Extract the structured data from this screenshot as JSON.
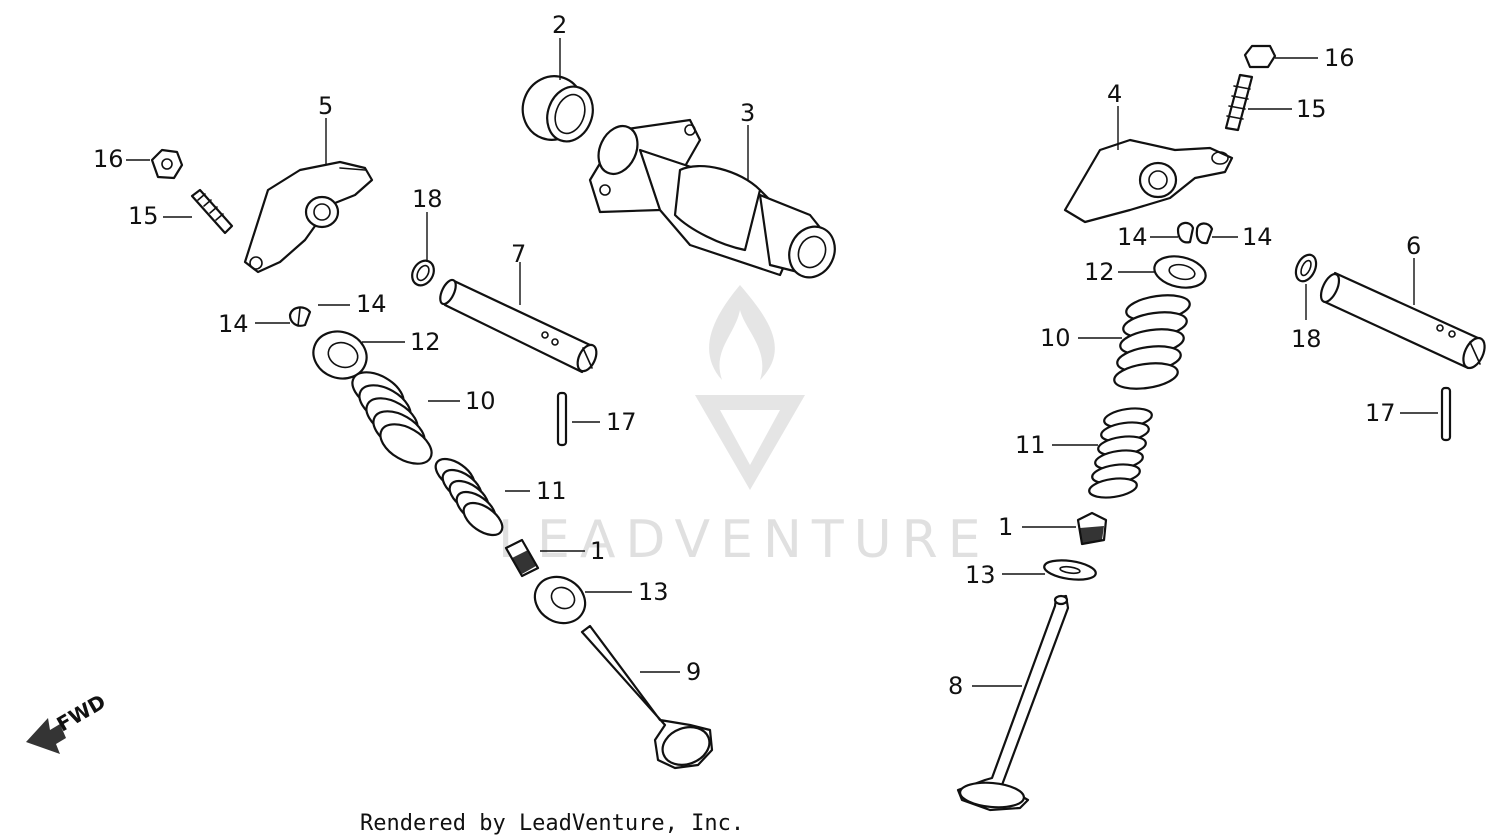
{
  "diagram": {
    "callouts": {
      "left": {
        "n1": "1",
        "n5": "5",
        "n7": "7",
        "n9": "9",
        "n10": "10",
        "n11": "11",
        "n12": "12",
        "n13": "13",
        "n14a": "14",
        "n14b": "14",
        "n15": "15",
        "n16": "16",
        "n17": "17",
        "n18": "18"
      },
      "center": {
        "n2": "2",
        "n3": "3"
      },
      "right": {
        "n1": "1",
        "n4": "4",
        "n6": "6",
        "n8": "8",
        "n10": "10",
        "n11": "11",
        "n12": "12",
        "n13": "13",
        "n14a": "14",
        "n14b": "14",
        "n15": "15",
        "n16": "16",
        "n17": "17",
        "n18": "18"
      }
    },
    "fwd_label": "FWD",
    "watermark_text": "LEADVENTURE",
    "footer_text": "Rendered by LeadVenture, Inc."
  }
}
